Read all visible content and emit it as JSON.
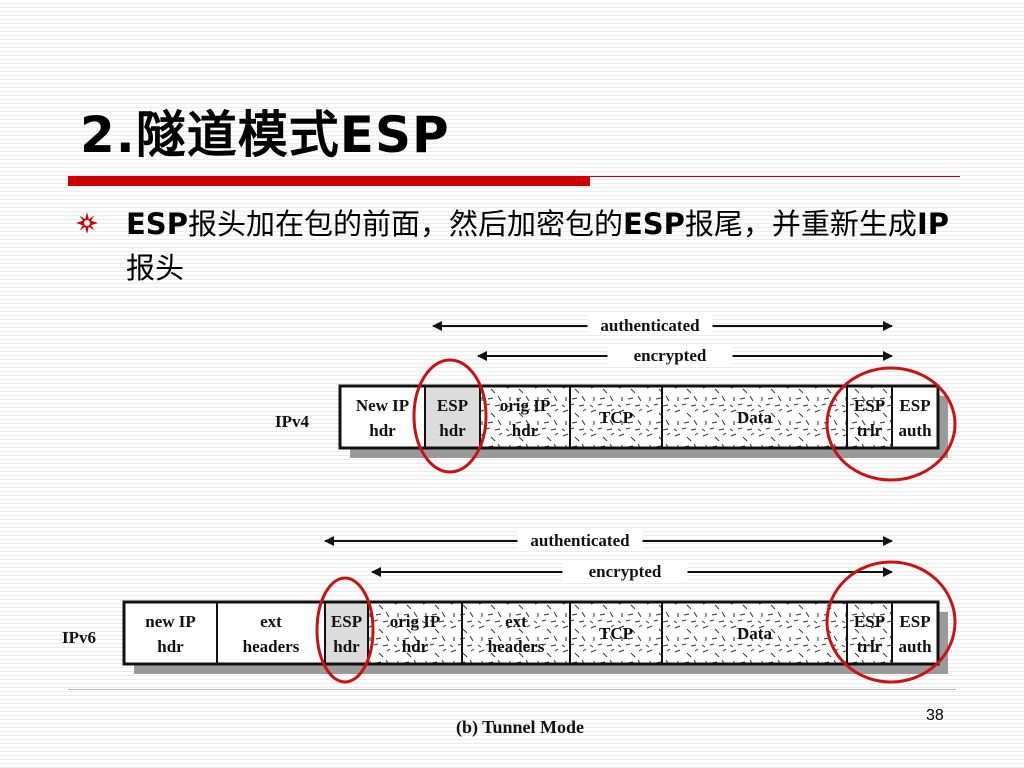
{
  "slide": {
    "title": "2.隧道模式ESP",
    "bullet": {
      "segments": [
        {
          "text": "ESP",
          "bold": true
        },
        {
          "text": "报头加在包的前面，然后加密包的",
          "bold": false
        },
        {
          "text": "ESP",
          "bold": true
        },
        {
          "text": "报尾，并重新生成",
          "bold": false
        },
        {
          "text": "IP",
          "bold": true
        },
        {
          "text": "报头",
          "bold": false
        }
      ]
    },
    "page_number": "38"
  },
  "diagram": {
    "caption": "(b) Tunnel Mode",
    "ipv4": {
      "label": "IPv4",
      "authenticated_label": "authenticated",
      "encrypted_label": "encrypted",
      "cells": [
        {
          "lines": [
            "New IP",
            "hdr"
          ],
          "pattern": "plain"
        },
        {
          "lines": [
            "ESP",
            "hdr"
          ],
          "pattern": "shaded"
        },
        {
          "lines": [
            "orig IP",
            "hdr"
          ],
          "pattern": "dashed"
        },
        {
          "lines": [
            "TCP"
          ],
          "pattern": "dashed"
        },
        {
          "lines": [
            "Data"
          ],
          "pattern": "dashed"
        },
        {
          "lines": [
            "ESP",
            "trlr"
          ],
          "pattern": "dashed"
        },
        {
          "lines": [
            "ESP",
            "auth"
          ],
          "pattern": "plain"
        }
      ]
    },
    "ipv6": {
      "label": "IPv6",
      "authenticated_label": "authenticated",
      "encrypted_label": "encrypted",
      "cells": [
        {
          "lines": [
            "new IP",
            "hdr"
          ],
          "pattern": "plain"
        },
        {
          "lines": [
            "ext",
            "headers"
          ],
          "pattern": "plain"
        },
        {
          "lines": [
            "ESP",
            "hdr"
          ],
          "pattern": "shaded"
        },
        {
          "lines": [
            "orig IP",
            "hdr"
          ],
          "pattern": "dashed"
        },
        {
          "lines": [
            "ext",
            "headers"
          ],
          "pattern": "dashed"
        },
        {
          "lines": [
            "TCP"
          ],
          "pattern": "dashed"
        },
        {
          "lines": [
            "Data"
          ],
          "pattern": "dashed"
        },
        {
          "lines": [
            "ESP",
            "trlr"
          ],
          "pattern": "dashed"
        },
        {
          "lines": [
            "ESP",
            "auth"
          ],
          "pattern": "plain"
        }
      ]
    },
    "colors": {
      "highlight_circle": "#cc1111",
      "title_bar": "#cc0000",
      "shadow": "#9a9a9a"
    }
  }
}
